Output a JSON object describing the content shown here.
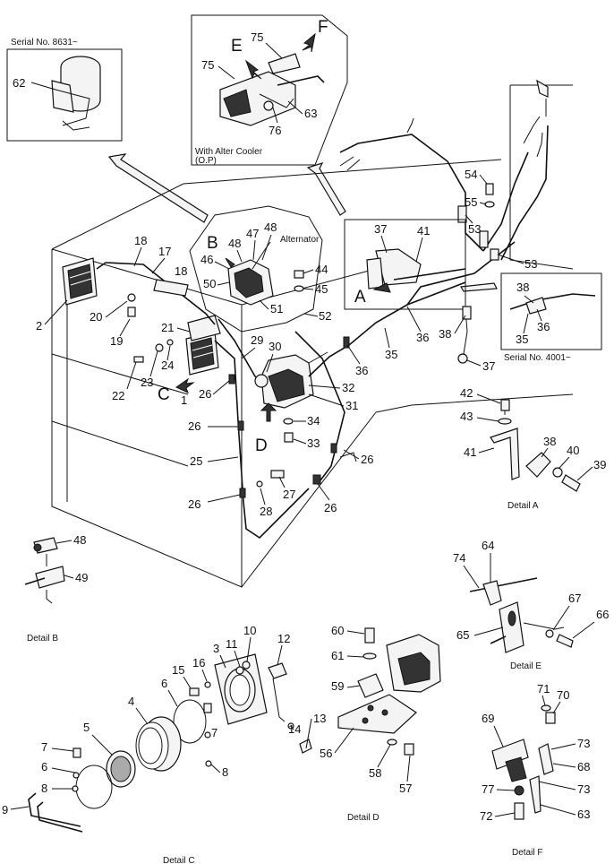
{
  "captions": {
    "serial_8631": "Serial No. 8631~",
    "with_alter_cooler": "With Alter Cooler",
    "alter_cooler_op": "(O.P)",
    "alternator": "Alternator",
    "serial_4001": "Serial No. 4001~",
    "detail_a": "Detail A",
    "detail_b": "Detail B",
    "detail_c": "Detail C",
    "detail_d": "Detail D",
    "detail_e": "Detail E",
    "detail_f": "Detail F"
  },
  "view_letters": {
    "A": "A",
    "B": "B",
    "C": "C",
    "D": "D",
    "E": "E",
    "F": "F"
  },
  "callouts": {
    "c1": "1",
    "c2": "2",
    "c3": "3",
    "c4": "4",
    "c5": "5",
    "c6": "6",
    "c7": "7",
    "c8": "8",
    "c9": "9",
    "c10": "10",
    "c11": "11",
    "c12": "12",
    "c13": "13",
    "c14": "14",
    "c15": "15",
    "c16": "16",
    "c17": "17",
    "c18": "18",
    "c19": "19",
    "c20": "20",
    "c21": "21",
    "c22": "22",
    "c23": "23",
    "c24": "24",
    "c25": "25",
    "c26": "26",
    "c27": "27",
    "c28": "28",
    "c29": "29",
    "c30": "30",
    "c31": "31",
    "c32": "32",
    "c33": "33",
    "c34": "34",
    "c35": "35",
    "c36": "36",
    "c37": "37",
    "c38": "38",
    "c39": "39",
    "c40": "40",
    "c41": "41",
    "c42": "42",
    "c43": "43",
    "c44": "44",
    "c45": "45",
    "c46": "46",
    "c47": "47",
    "c48": "48",
    "c49": "49",
    "c50": "50",
    "c51": "51",
    "c52": "52",
    "c53": "53",
    "c54": "54",
    "c55": "55",
    "c56": "56",
    "c57": "57",
    "c58": "58",
    "c59": "59",
    "c60": "60",
    "c61": "61",
    "c62": "62",
    "c63": "63",
    "c64": "64",
    "c65": "65",
    "c66": "66",
    "c67": "67",
    "c68": "68",
    "c69": "69",
    "c70": "70",
    "c71": "71",
    "c72": "72",
    "c73": "73",
    "c74": "74",
    "c75": "75",
    "c76": "76",
    "c77": "77"
  }
}
